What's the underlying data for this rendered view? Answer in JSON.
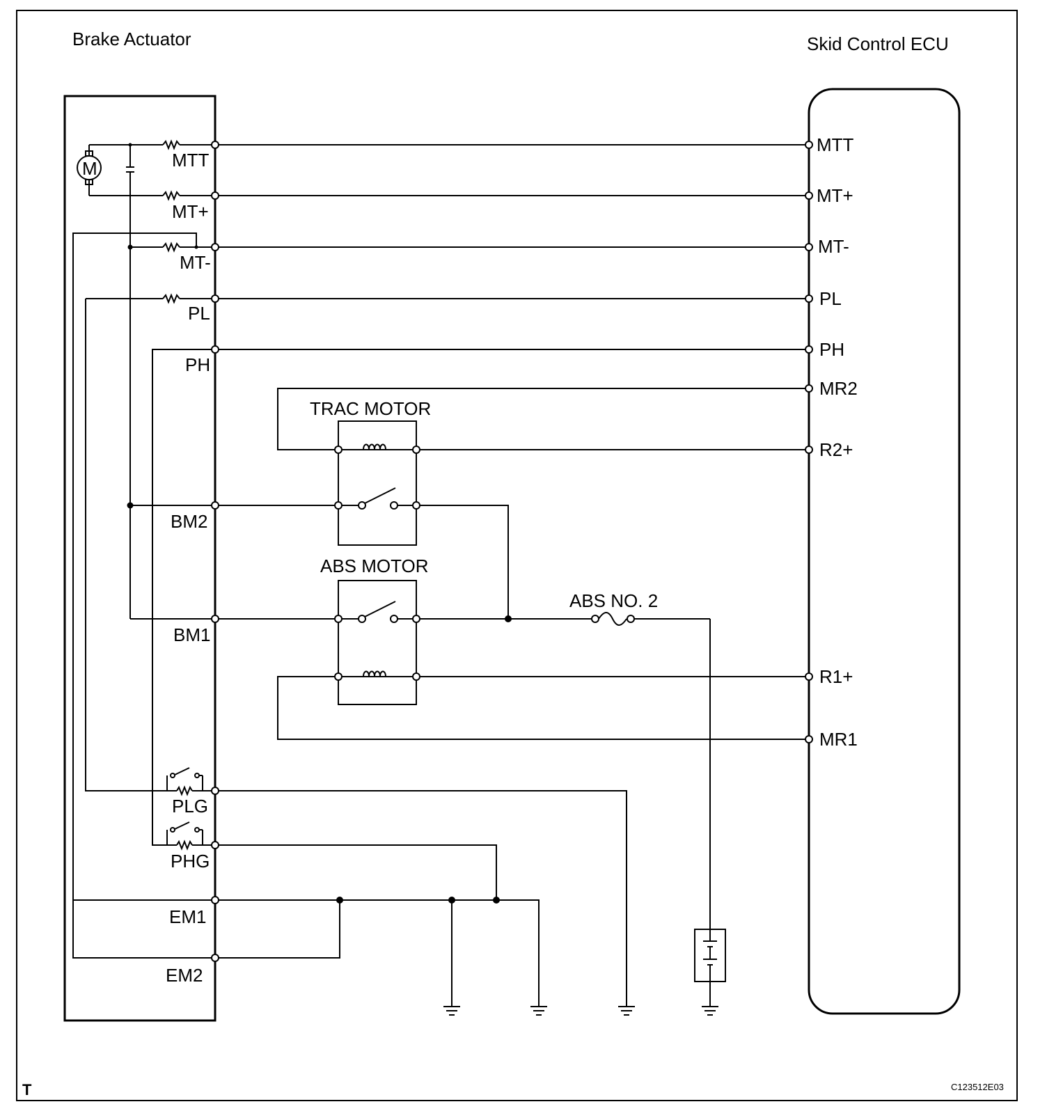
{
  "diagram": {
    "titles": {
      "brake_actuator": "Brake Actuator",
      "skid_control_ecu": "Skid Control ECU",
      "trac_motor": "TRAC MOTOR",
      "abs_motor": "ABS MOTOR",
      "fuse": "ABS NO. 2",
      "motor_symbol": "M",
      "corner_mark": "T",
      "figure_code": "C123512E03"
    },
    "actuator_terminals": {
      "mtt": "MTT",
      "mt_plus": "MT+",
      "mt_minus": "MT-",
      "pl": "PL",
      "ph": "PH",
      "bm2": "BM2",
      "bm1": "BM1",
      "plg": "PLG",
      "phg": "PHG",
      "em1": "EM1",
      "em2": "EM2"
    },
    "ecu_terminals": {
      "mtt": "MTT",
      "mt_plus": "MT+",
      "mt_minus": "MT-",
      "pl": "PL",
      "ph": "PH",
      "mr2": "MR2",
      "r2_plus": "R2+",
      "r1_plus": "R1+",
      "mr1": "MR1"
    }
  }
}
